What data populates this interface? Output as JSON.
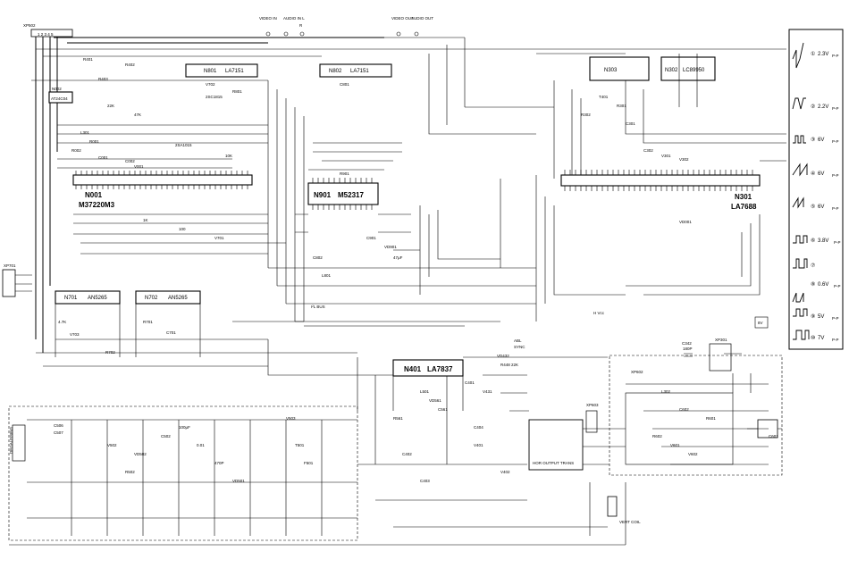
{
  "connectors": {
    "xp502": "XP502",
    "xp502_pins": "1 2 3 4 5",
    "xp701": "XP701",
    "xp301": "XP301",
    "xp603": "XP603",
    "xp602": "XP602"
  },
  "ics": [
    {
      "ref": "N001",
      "part": "M37220M3"
    },
    {
      "ref": "N901",
      "part": "M52317"
    },
    {
      "ref": "N801",
      "part": "LA7151"
    },
    {
      "ref": "N802",
      "part": "LA7151"
    },
    {
      "ref": "N701",
      "part": "AN5265"
    },
    {
      "ref": "N702",
      "part": "AN5265"
    },
    {
      "ref": "N401",
      "part": "LA7837"
    },
    {
      "ref": "N301",
      "part": "LA7688"
    },
    {
      "ref": "N302",
      "part": "LC89950"
    },
    {
      "ref": "N303",
      "part": ""
    },
    {
      "ref": "N002",
      "part": "AT24C04"
    }
  ],
  "jacks": {
    "video_in": "VIDEO IN",
    "audio_in_l": "AUDIO IN L",
    "audio_in_r": "R",
    "video_out": "VIDEO OUT",
    "audio_out": "AUDIO OUT"
  },
  "labels": {
    "degaussing": "DEGAUSSING",
    "hor_output_trans": "HOR OUTPUT TRANS",
    "vert_coil": "VERT COIL",
    "sync": "SYNC",
    "abl": "ABL",
    "h_vcc": "H Vcc",
    "il_bus": "I²L BUS"
  },
  "waveforms": [
    {
      "n": "①",
      "v": "2.3V",
      "unit": "P-P"
    },
    {
      "n": "②",
      "v": "2.2V",
      "unit": "P-P"
    },
    {
      "n": "③",
      "v": "6V",
      "unit": "P-P"
    },
    {
      "n": "④",
      "v": "6V",
      "unit": "P-P"
    },
    {
      "n": "⑤",
      "v": "6V",
      "unit": "P-P"
    },
    {
      "n": "⑥",
      "v": "3.8V",
      "unit": "P-P"
    },
    {
      "n": "⑦",
      "v": "",
      "unit": ""
    },
    {
      "n": "⑧",
      "v": "0.6V",
      "unit": "P-P"
    },
    {
      "n": "⑨",
      "v": "5V",
      "unit": "P-P"
    },
    {
      "n": "⑩",
      "v": "7V",
      "unit": "P-P"
    }
  ],
  "components": [
    "C342",
    "180P",
    "8V",
    "2SC1815",
    "2SA1015",
    "R448 22K",
    "C401",
    "V431",
    "VD432",
    "22K",
    "47K",
    "10K",
    "1K",
    "100",
    "4.7K",
    "R701",
    "R702",
    "C701",
    "V701",
    "V702",
    "V703",
    "R801",
    "C801",
    "C802",
    "L801",
    "R901",
    "C901",
    "VD901",
    "47μF",
    "100μF",
    "0.01",
    "470P",
    "C502",
    "C506",
    "C507",
    "R502",
    "VD501",
    "VD502",
    "V502",
    "V503",
    "T501",
    "F501",
    "L501",
    "VD561",
    "C561",
    "R561",
    "R401",
    "R402",
    "R403",
    "C402",
    "C403",
    "C404",
    "V401",
    "V402",
    "T401",
    "R301",
    "R302",
    "C301",
    "C302",
    "V301",
    "V302",
    "L301",
    "R001",
    "R002",
    "C001",
    "C002",
    "V001",
    "VD001",
    "L302",
    "C601",
    "C602",
    "R601",
    "R602",
    "V601",
    "V602",
    "V603"
  ]
}
